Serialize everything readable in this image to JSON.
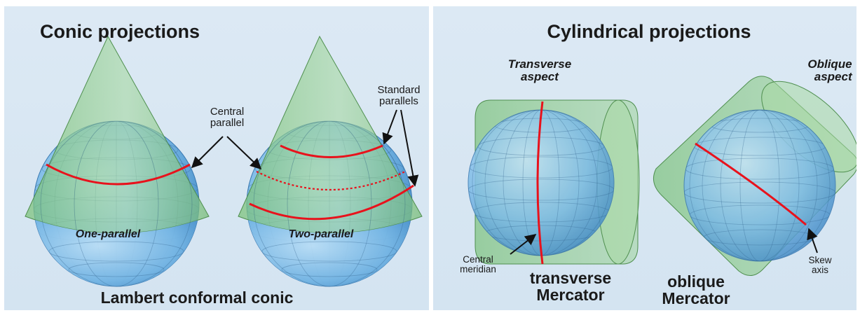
{
  "conic": {
    "title": "Conic projections",
    "central_parallel_label": "Central\nparallel",
    "standard_parallels_label": "Standard\nparallels",
    "one_parallel_label": "One-parallel",
    "two_parallel_label": "Two-parallel",
    "caption": "Lambert conformal conic"
  },
  "cylindrical": {
    "title": "Cylindrical projections",
    "transverse_aspect_label": "Transverse\naspect",
    "oblique_aspect_label": "Oblique\naspect",
    "central_meridian_label": "Central\nmeridian",
    "skew_axis_label": "Skew\naxis",
    "transverse_caption": "transverse\nMercator",
    "oblique_caption": "oblique\nMercator"
  },
  "colors": {
    "panel_background": "#d8e7f3",
    "cone_fill": "#8ccc8c",
    "globe_fill": "#6aaee0",
    "standard_line": "#e8121c",
    "arrow": "#111111"
  }
}
